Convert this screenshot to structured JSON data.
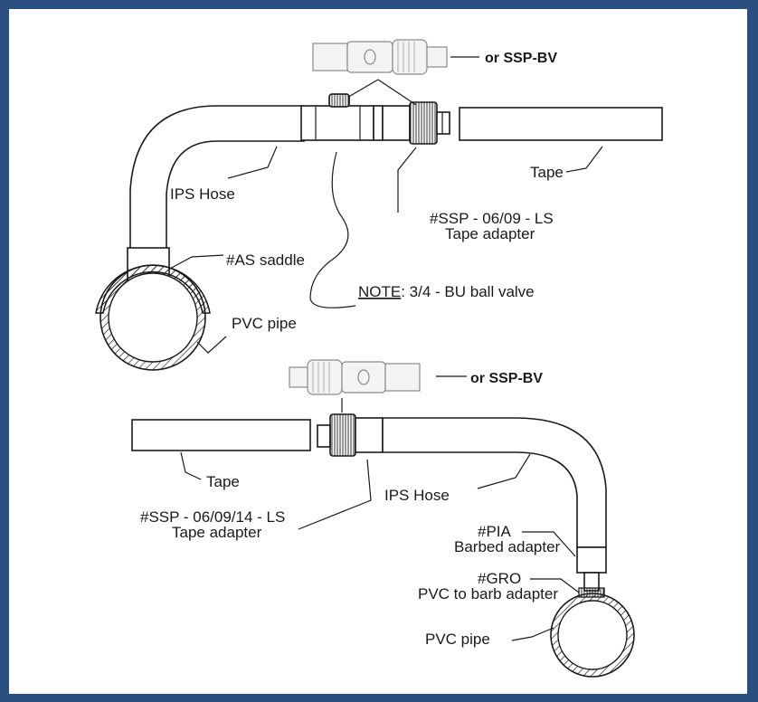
{
  "diagram": {
    "top": {
      "or_label": "or SSP-BV",
      "ips_hose": "IPS Hose",
      "tape": "Tape",
      "ssp_label": "#SSP - 06/09 - LS",
      "ssp_sub": "Tape adapter",
      "saddle": "#AS saddle",
      "note_word": "NOTE",
      "note_text": ":  3/4 - BU ball valve",
      "pvc": "PVC pipe"
    },
    "bottom": {
      "or_label": "or SSP-BV",
      "tape": "Tape",
      "ips_hose": "IPS Hose",
      "ssp_label": "#SSP - 06/09/14 - LS",
      "ssp_sub": "Tape adapter",
      "pia_label": "#PIA",
      "pia_sub": "Barbed adapter",
      "gro_label": "#GRO",
      "gro_sub": "PVC to barb adapter",
      "pvc": "PVC pipe"
    }
  }
}
